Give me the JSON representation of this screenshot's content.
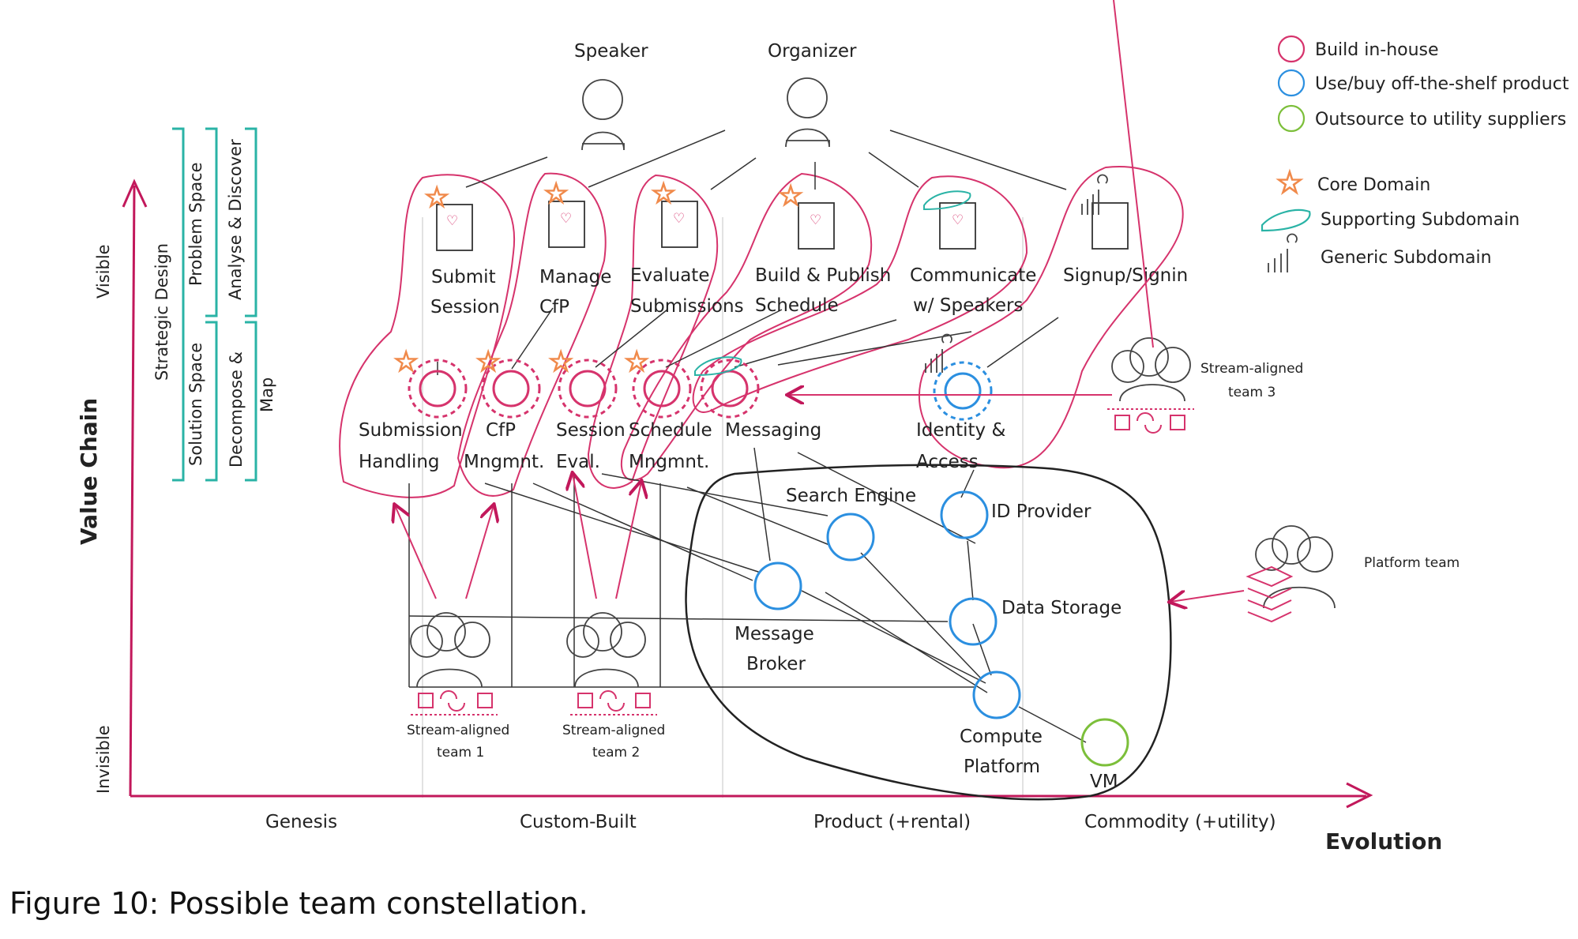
{
  "actors": {
    "speaker": "Speaker",
    "organizer": "Organizer"
  },
  "legend": {
    "build": "Build in-house",
    "buy": "Use/buy off-the-shelf product",
    "outsource": "Outsource to utility suppliers",
    "core": "Core Domain",
    "supporting": "Supporting Subdomain",
    "generic": "Generic Subdomain"
  },
  "needs": [
    {
      "l1": "Submit",
      "l2": "Session"
    },
    {
      "l1": "Manage",
      "l2": "CfP"
    },
    {
      "l1": "Evaluate",
      "l2": "Submissions"
    },
    {
      "l1": "Build & Publish",
      "l2": "Schedule"
    },
    {
      "l1": "Communicate",
      "l2": "w/ Speakers"
    },
    {
      "l1": "Signup/Signin",
      "l2": ""
    }
  ],
  "components": [
    {
      "l1": "Submission",
      "l2": "Handling"
    },
    {
      "l1": "CfP",
      "l2": "Mngmnt."
    },
    {
      "l1": "Session",
      "l2": "Eval."
    },
    {
      "l1": "Schedule",
      "l2": "Mngmnt."
    },
    {
      "l1": "Messaging",
      "l2": ""
    },
    {
      "l1": "Identity &",
      "l2": "Access"
    }
  ],
  "platform": {
    "search": "Search Engine",
    "idp": "ID Provider",
    "storage": "Data Storage",
    "broker_l1": "Message",
    "broker_l2": "Broker",
    "compute_l1": "Compute",
    "compute_l2": "Platform",
    "vm": "VM"
  },
  "teams": {
    "t1_l1": "Stream-aligned",
    "t1_l2": "team 1",
    "t2_l1": "Stream-aligned",
    "t2_l2": "team 2",
    "t3_l1": "Stream-aligned",
    "t3_l2": "team 3",
    "platform": "Platform team"
  },
  "brackets": {
    "strategic": "Strategic Design",
    "problem": "Problem Space",
    "solution": "Solution Space",
    "analyse": "Analyse & Discover",
    "decompose_l1": "Decompose &",
    "decompose_l2": "Map"
  },
  "axes": {
    "y_title": "Value Chain",
    "visible": "Visible",
    "invisible": "Invisible",
    "x_title": "Evolution",
    "stages": [
      "Genesis",
      "Custom-Built",
      "Product (+rental)",
      "Commodity (+utility)"
    ]
  },
  "caption": "Figure 10: Possible team constellation.",
  "colors": {
    "build": "#d6336c",
    "buy": "#2b8fe0",
    "outsource": "#7cbf3a",
    "core": "#f08a4b",
    "supporting": "#2ab3a6",
    "axis": "#c2185b",
    "bracket": "#2ab3a6"
  }
}
